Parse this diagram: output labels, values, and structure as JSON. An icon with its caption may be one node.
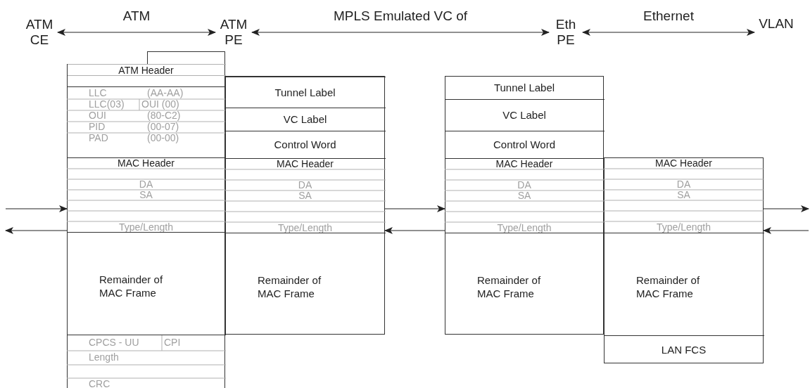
{
  "diagram": {
    "nodes": [
      {
        "text": [
          "ATM CE"
        ]
      },
      {
        "text": [
          "ATM PE"
        ]
      },
      {
        "text": [
          "Eth PE"
        ]
      },
      {
        "text": [
          "VLAN"
        ]
      },
      {
        "text": [],
        "shape": "box"
      },
      {
        "text": [],
        "shape": "box"
      },
      {
        "text": [
          "ATM Header"
        ],
        "in": 5
      },
      {
        "text": [
          "LLC",
          "(AA-AA)",
          "LLC(03)",
          "OUI (00)",
          "OUI",
          "(80-C2)",
          "PID",
          "(00-07)",
          "PAD",
          "(00-00)"
        ],
        "in": 5
      },
      {
        "text": [
          "MAC Header",
          "DA",
          "SA",
          "Type/Length"
        ],
        "in": 5
      },
      {
        "text": [
          "Remainder of MAC Frame"
        ],
        "in": 5
      },
      {
        "text": [
          "CPCS - UU",
          "CPI",
          "Length",
          "CRC"
        ],
        "in": 5
      },
      {
        "text": [],
        "shape": "box"
      },
      {
        "text": [
          "Tunnel Label"
        ],
        "in": 11
      },
      {
        "text": [
          "VC Label"
        ],
        "in": 11
      },
      {
        "text": [
          "Control Word"
        ],
        "in": 11
      },
      {
        "text": [
          "MAC Header",
          "DA",
          "SA",
          "Type/Length"
        ],
        "in": 11
      },
      {
        "text": [
          "Remainder of MAC Frame"
        ],
        "in": 11
      },
      {
        "text": [],
        "shape": "box"
      },
      {
        "text": [
          "Tunnel Label"
        ],
        "in": 17
      },
      {
        "text": [
          "VC Label"
        ],
        "in": 17
      },
      {
        "text": [
          "Control Word"
        ],
        "in": 17
      },
      {
        "text": [
          "MAC Header",
          "DA",
          "SA",
          "Type/Length"
        ],
        "in": 17
      },
      {
        "text": [
          "Remainder of MAC Frame"
        ],
        "in": 17
      },
      {
        "text": [],
        "shape": "box"
      },
      {
        "text": [
          "MAC Header",
          "DA",
          "SA",
          "Type/Length"
        ],
        "in": 23
      },
      {
        "text": [
          "Remainder of MAC Frame"
        ],
        "in": 23
      },
      {
        "text": [
          "LAN FCS"
        ],
        "in": 23
      }
    ],
    "edges": [
      {
        "from": 0,
        "to": 1,
        "arrow": "both",
        "label": "ATM"
      },
      {
        "from": 1,
        "to": 2,
        "arrow": "both",
        "label": "MPLS Emulated VC of"
      },
      {
        "from": 2,
        "to": 3,
        "arrow": "both",
        "label": "Ethernet"
      },
      {
        "from": null,
        "to": 5,
        "arrow": "to"
      },
      {
        "from": 5,
        "to": null,
        "arrow": "to"
      },
      {
        "from": 11,
        "to": 17,
        "arrow": "to"
      },
      {
        "from": 17,
        "to": 11,
        "arrow": "to"
      },
      {
        "from": 23,
        "to": null,
        "arrow": "to"
      },
      {
        "from": null,
        "to": 23,
        "arrow": "to"
      }
    ]
  }
}
